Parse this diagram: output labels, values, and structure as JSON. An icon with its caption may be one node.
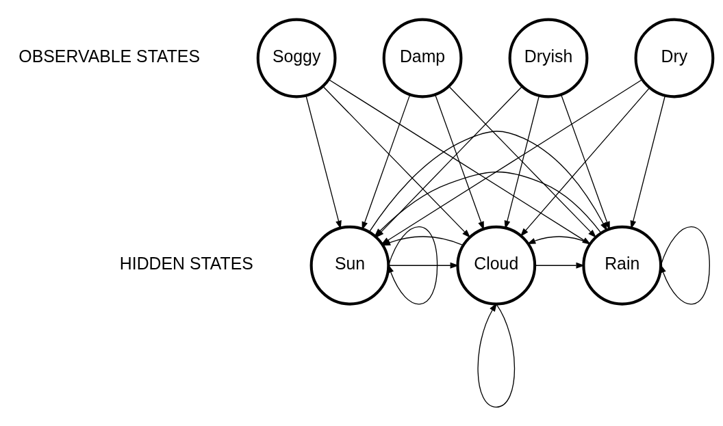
{
  "diagram": {
    "nodes": [
      {
        "text": [
          "Soggy"
        ]
      },
      {
        "text": [
          "Damp"
        ]
      },
      {
        "text": [
          "Dryish"
        ]
      },
      {
        "text": [
          "Dry"
        ]
      },
      {
        "text": [
          "Sun"
        ]
      },
      {
        "text": [
          "Cloud"
        ]
      },
      {
        "text": [
          "Rain"
        ]
      }
    ],
    "edges": [
      {
        "from": 0,
        "to": 4,
        "arrow": "to"
      },
      {
        "from": 0,
        "to": 5,
        "arrow": "to"
      },
      {
        "from": 0,
        "to": 6,
        "arrow": "to"
      },
      {
        "from": 1,
        "to": 4,
        "arrow": "to"
      },
      {
        "from": 1,
        "to": 5,
        "arrow": "to"
      },
      {
        "from": 1,
        "to": 6,
        "arrow": "to"
      },
      {
        "from": 2,
        "to": 4,
        "arrow": "to"
      },
      {
        "from": 2,
        "to": 5,
        "arrow": "to"
      },
      {
        "from": 2,
        "to": 6,
        "arrow": "to"
      },
      {
        "from": 3,
        "to": 4,
        "arrow": "to"
      },
      {
        "from": 3,
        "to": 5,
        "arrow": "to"
      },
      {
        "from": 3,
        "to": 6,
        "arrow": "to"
      },
      {
        "from": 4,
        "to": 4,
        "arrow": "to"
      },
      {
        "from": 4,
        "to": 5,
        "arrow": "to"
      },
      {
        "from": 5,
        "to": 4,
        "arrow": "to"
      },
      {
        "from": 5,
        "to": 6,
        "arrow": "to"
      },
      {
        "from": 6,
        "to": 5,
        "arrow": "to"
      },
      {
        "from": 5,
        "to": 5,
        "arrow": "to"
      },
      {
        "from": 6,
        "to": 6,
        "arrow": "to"
      },
      {
        "from": 6,
        "to": 4,
        "arrow": "to"
      },
      {
        "from": 4,
        "to": 6,
        "arrow": "to"
      }
    ],
    "labels": [
      "OBSERVABLE STATES",
      "HIDDEN STATES"
    ]
  }
}
